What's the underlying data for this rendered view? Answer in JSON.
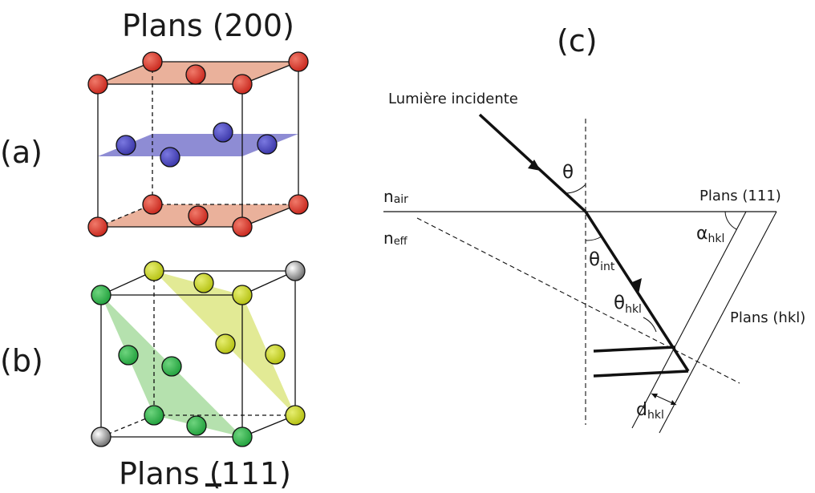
{
  "panel_a": {
    "label": "(a)",
    "title": "Plans (200)",
    "colors": {
      "corner_atoms": "#d42a20",
      "center_atoms": "#3f3cb0",
      "outer_planes": "#e8a890",
      "middle_plane": "#7a78cc"
    }
  },
  "panel_b": {
    "label": "(b)",
    "title_prefix": "Plans (",
    "title_bar_digit": "1",
    "title_suffix": "11)",
    "colors": {
      "plane_1_atoms": "#2bb34a",
      "plane_2_atoms": "#c8d21c",
      "vertex_atoms": "#9a9a9a",
      "plane_1": "#a8dca0",
      "plane_2": "#dfe88a"
    }
  },
  "panel_c": {
    "label": "(c)",
    "incident_label": "Lumière incidente",
    "theta": "θ",
    "theta_int_main": "θ",
    "theta_int_sub": "int",
    "theta_hkl_main": "θ",
    "theta_hkl_sub": "hkl",
    "n_air_main": "n",
    "n_air_sub": "air",
    "n_eff_main": "n",
    "n_eff_sub": "eff",
    "plans_111": "Plans (111)",
    "alpha_main": "α",
    "alpha_sub": "hkl",
    "plans_hkl": "Plans (hkl)",
    "d_main": "d",
    "d_sub": "hkl"
  }
}
